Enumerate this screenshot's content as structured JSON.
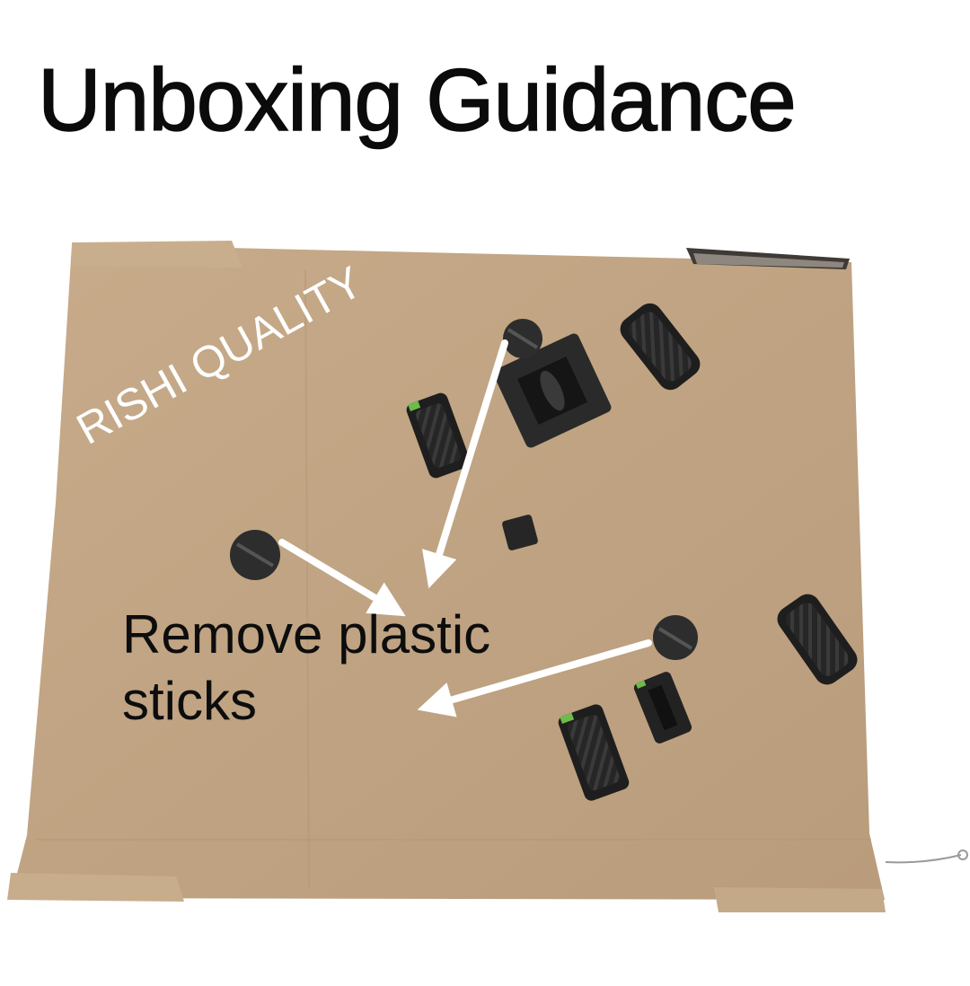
{
  "title": "Unboxing Guidance",
  "watermark": "RISHI QUALITY",
  "instruction": {
    "line1": "Remove plastic",
    "line2": "sticks"
  },
  "colors": {
    "background": "#ffffff",
    "cardboard": "#c1a584",
    "part": "#2b2b2b",
    "arrow": "#ffffff",
    "text": "#0b0b0b"
  }
}
